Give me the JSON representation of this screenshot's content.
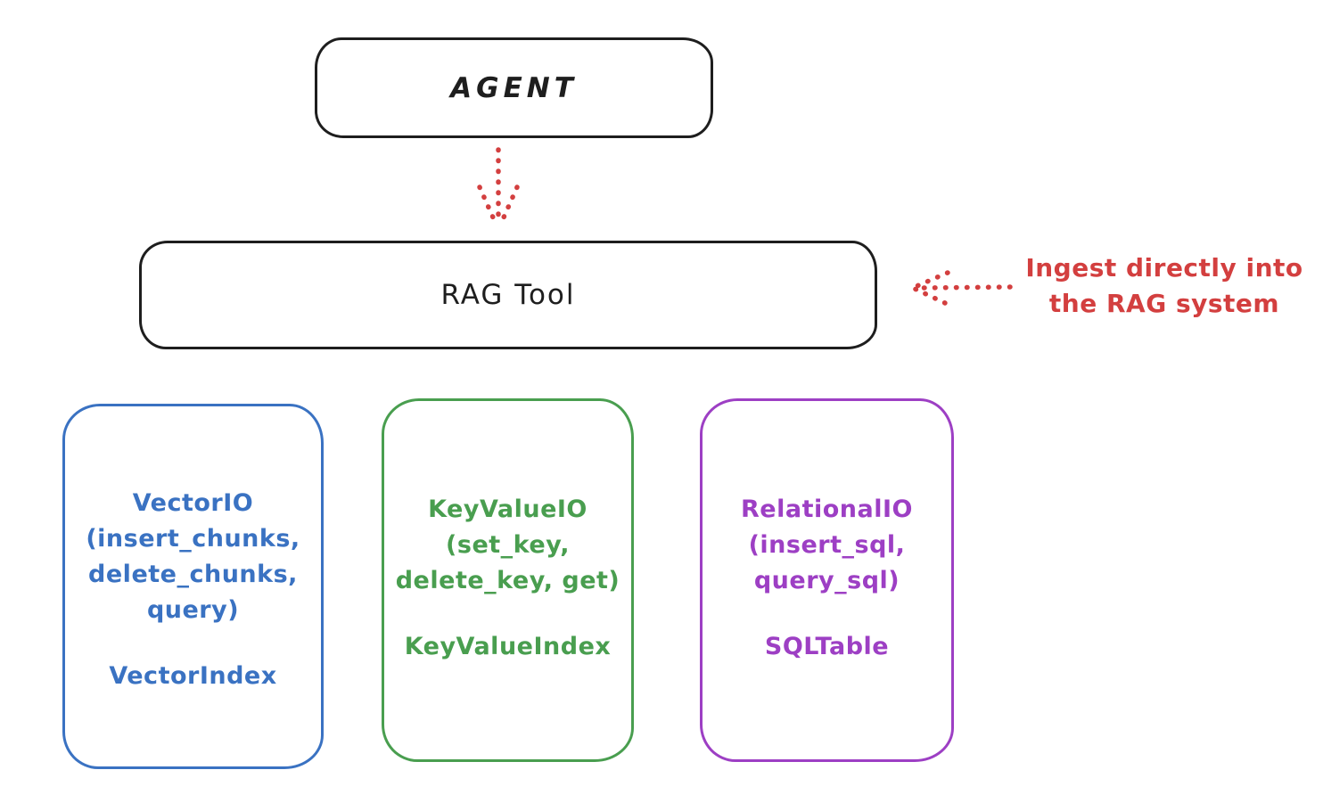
{
  "diagram": {
    "agent_box": {
      "label": "AGENT"
    },
    "rag_tool_box": {
      "label": "RAG Tool"
    },
    "annotation": {
      "line1": "Ingest directly into",
      "line2": "the RAG system"
    },
    "io_boxes": [
      {
        "name": "vector-io",
        "color": "#3a72c2",
        "lines": [
          "VectorIO",
          "(insert_chunks,",
          "delete_chunks,",
          "query)"
        ],
        "index_label": "VectorIndex"
      },
      {
        "name": "keyvalue-io",
        "color": "#499e4f",
        "lines": [
          "KeyValueIO",
          "(set_key,",
          "delete_key, get)"
        ],
        "index_label": "KeyValueIndex"
      },
      {
        "name": "relational-io",
        "color": "#9d3fc4",
        "lines": [
          "RelationalIO",
          "(insert_sql,",
          "query_sql)"
        ],
        "index_label": "SQLTable"
      }
    ],
    "colors": {
      "stroke": "#1e1e1e",
      "red": "#d33f3f",
      "blue": "#3a72c2",
      "green": "#499e4f",
      "purple": "#9d3fc4",
      "background": "#ffffff"
    }
  }
}
